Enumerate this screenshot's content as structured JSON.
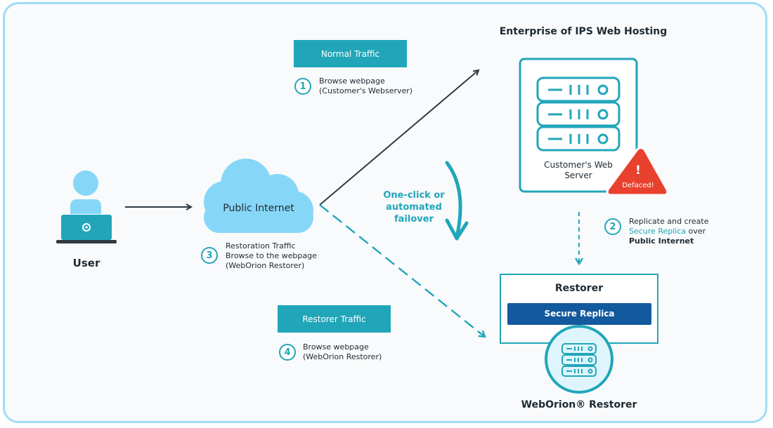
{
  "user": {
    "label": "User"
  },
  "internet": {
    "label": "Public Internet"
  },
  "enterprise": {
    "title": "Enterprise of IPS Web Hosting"
  },
  "server": {
    "label_line1": "Customer's Web",
    "label_line2": "Server"
  },
  "defaced": {
    "label": "Defaced!",
    "mark": "!"
  },
  "normal_traffic": {
    "label": "Normal Traffic"
  },
  "restorer_traffic": {
    "label": "Restorer Traffic"
  },
  "step1": {
    "num": "1",
    "line1": "Browse webpage",
    "line2": "(Customer's Webserver)"
  },
  "step2": {
    "num": "2",
    "line1": "Replicate and create",
    "line2_link": "Secure Replica",
    "line2_rest": " over",
    "line3": "Public Internet"
  },
  "step3": {
    "num": "3",
    "line1": "Restoration Traffic",
    "line2": "Browse to the webpage",
    "line3": "(WebOrion Restorer)"
  },
  "step4": {
    "num": "4",
    "line1": "Browse webpage",
    "line2": "(WebOrion Restorer)"
  },
  "failover": {
    "line1": "One-click or",
    "line2": "automated failover"
  },
  "restorer": {
    "title": "Restorer",
    "replica": "Secure Replica"
  },
  "weborion": {
    "label": "WebOrion® Restorer"
  },
  "icons": [
    "user-icon",
    "laptop-icon",
    "cloud-icon",
    "server-icon",
    "warning-icon",
    "restorer-server-icon"
  ],
  "colors": {
    "teal": "#21a6b9",
    "light_blue": "#86d7f7",
    "navy": "#13599e",
    "red": "#e8412e",
    "frame": "#9edcf6"
  }
}
